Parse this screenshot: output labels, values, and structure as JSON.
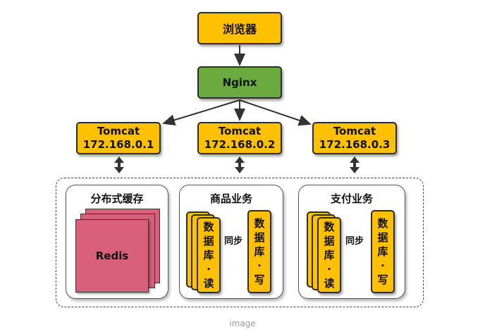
{
  "browser": {
    "label": "浏览器"
  },
  "nginx": {
    "label": "Nginx"
  },
  "tomcats": [
    {
      "name": "Tomcat",
      "ip": "172.168.0.1"
    },
    {
      "name": "Tomcat",
      "ip": "172.168.0.2"
    },
    {
      "name": "Tomcat",
      "ip": "172.168.0.3"
    }
  ],
  "cache": {
    "title": "分布式缓存",
    "redis": "Redis"
  },
  "goods": {
    "title": "商品业务",
    "db_read": [
      "数",
      "据",
      "库",
      "·",
      "读"
    ],
    "db_write": [
      "数",
      "据",
      "库",
      "·",
      "写"
    ],
    "sync": "同步"
  },
  "pay": {
    "title": "支付业务",
    "db_read": [
      "数",
      "据",
      "库",
      "·",
      "读"
    ],
    "db_write": [
      "数",
      "据",
      "库",
      "·",
      "写"
    ],
    "sync": "同步"
  },
  "caption": "image",
  "colors": {
    "yellow": "#ffc000",
    "green": "#6aaa3e",
    "redis": "#d9607a"
  }
}
